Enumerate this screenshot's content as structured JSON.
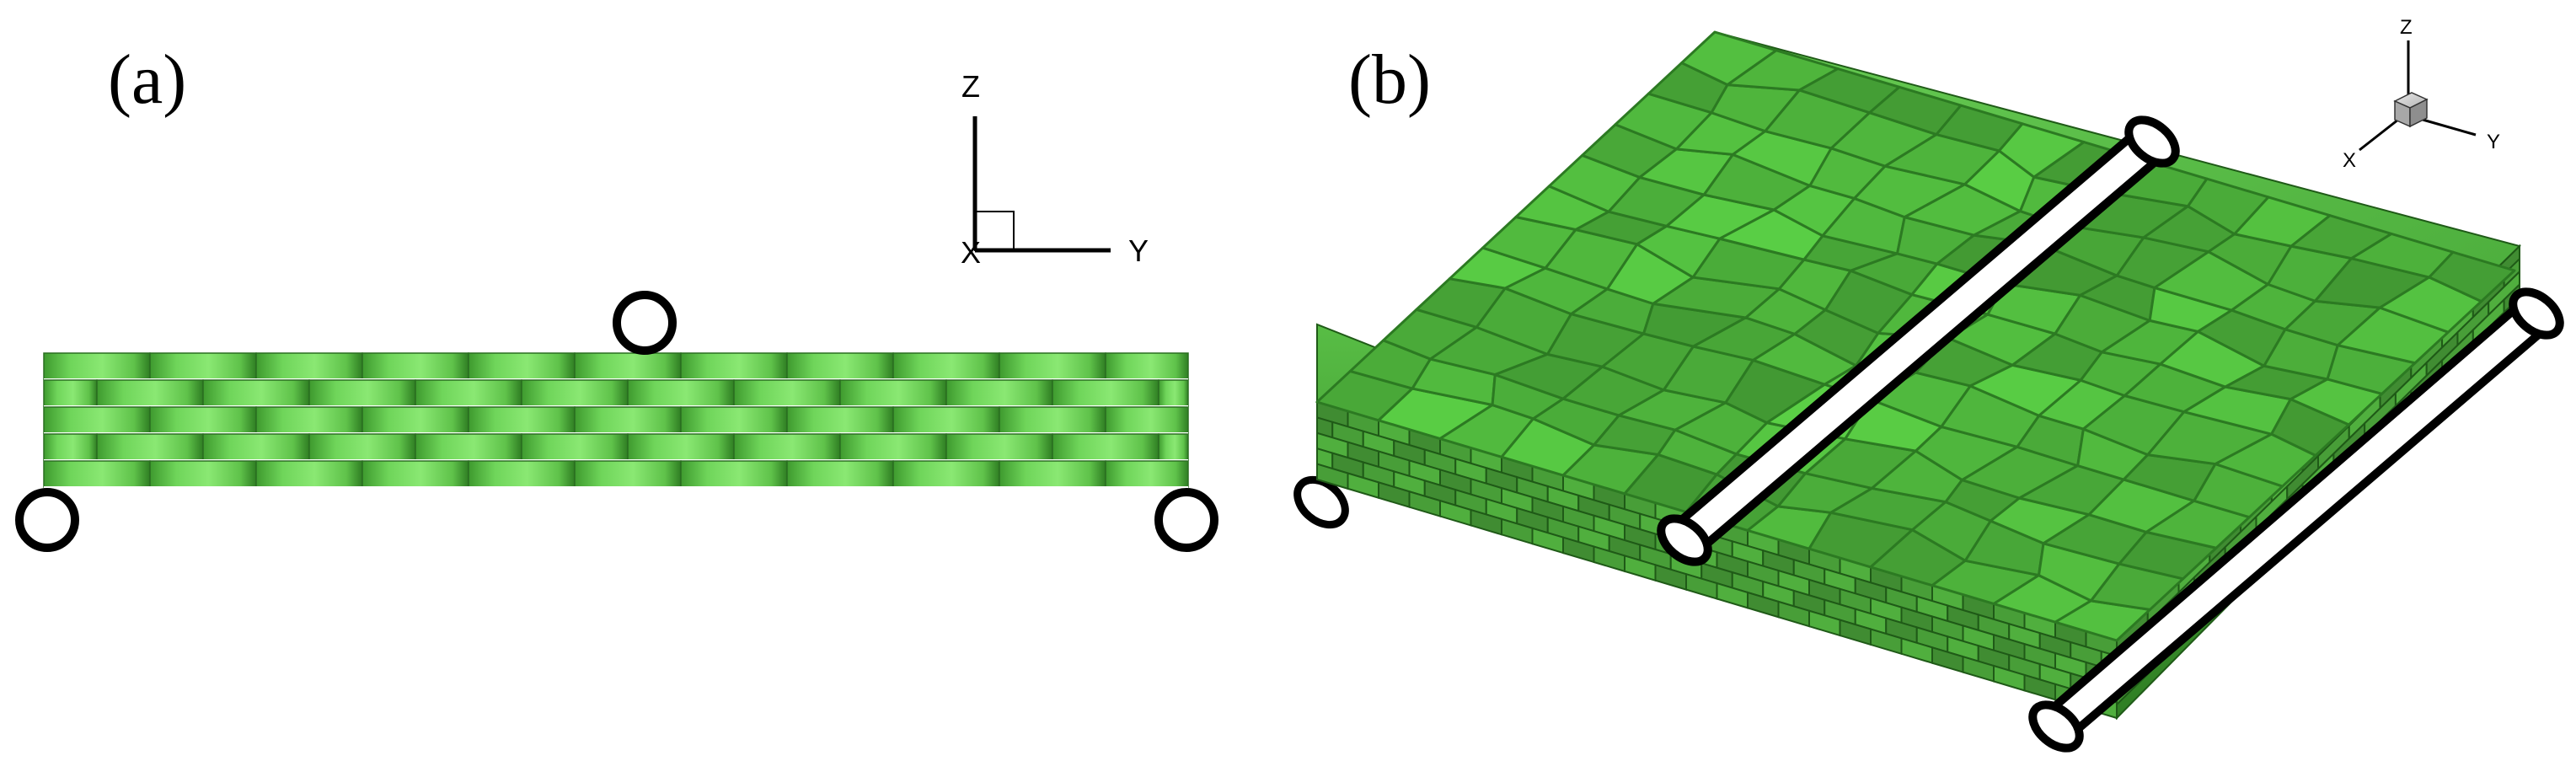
{
  "panels": [
    {
      "label": "(a)",
      "view": "side",
      "axes": {
        "vertical": "Z",
        "horizontal": "Y",
        "out_of_plane": "X"
      },
      "layers": 5,
      "rollers": 3
    },
    {
      "label": "(b)",
      "view": "isometric",
      "axes": {
        "vertical": "Z",
        "right": "Y",
        "left": "X"
      },
      "layers": 5,
      "rollers": 3
    }
  ],
  "colors": {
    "brick_light": "#7fe06a",
    "brick_mid": "#4fb43c",
    "brick_dark": "#2c7a22",
    "outline": "#000000",
    "background": "#ffffff"
  }
}
